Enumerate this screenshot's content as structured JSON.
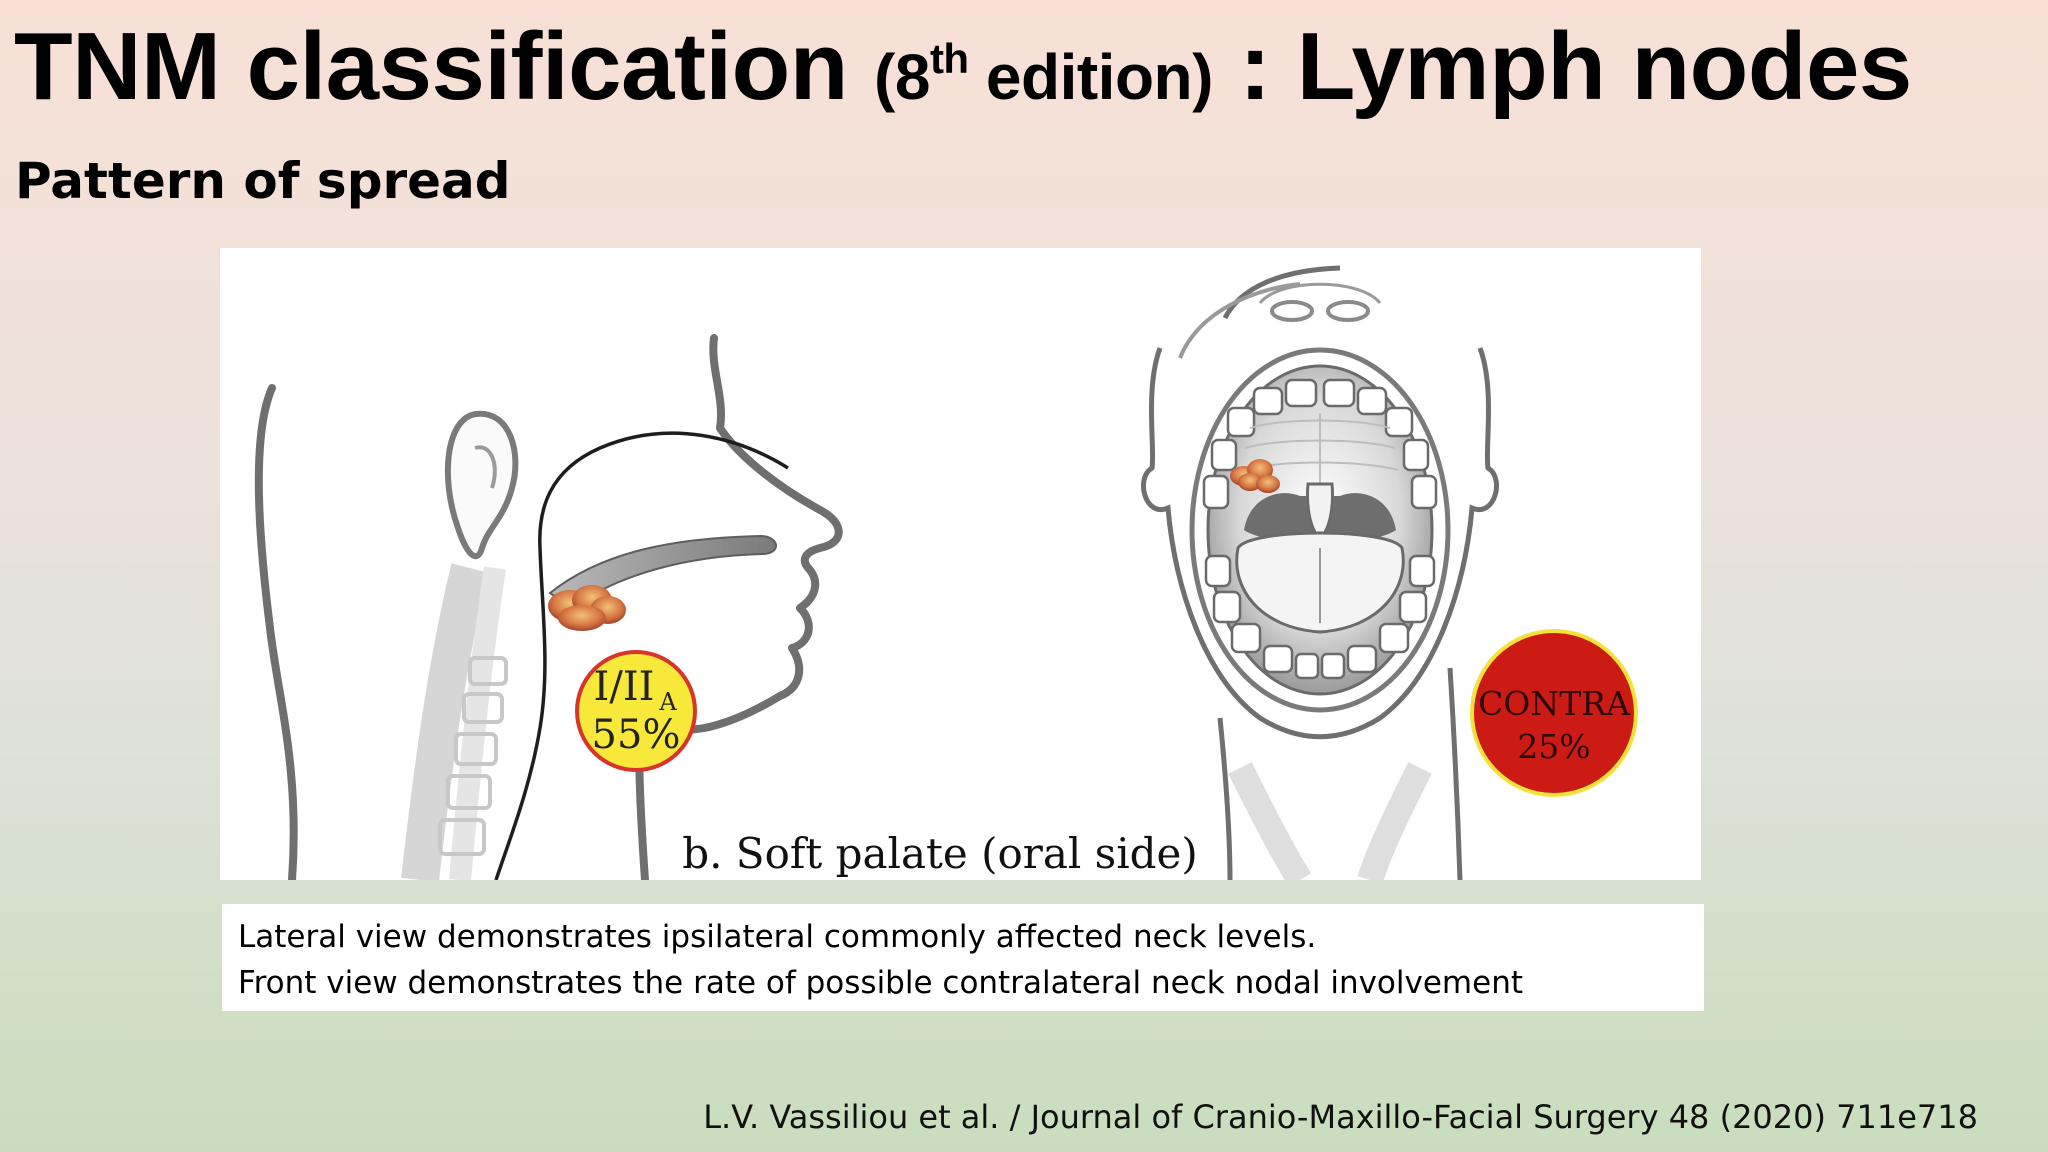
{
  "slide": {
    "title_main": "TNM classification",
    "title_edition_prefix": "(8",
    "title_edition_sup": "th",
    "title_edition_suffix": " edition)",
    "title_rest": " : Lymph nodes",
    "subtitle": "Pattern of spread"
  },
  "figure": {
    "badge_left_line1": "I/II",
    "badge_left_sub": "A",
    "badge_left_line2": "55%",
    "badge_right_line1": "CONTRA",
    "badge_right_line2": "25%",
    "label": "b. Soft palate (oral side)",
    "colors": {
      "badge_left_fill": "#f7e83a",
      "badge_left_ring": "#d9342c",
      "badge_right_fill": "#cc1a14",
      "badge_right_ring": "#f2e23a",
      "tumor": "#c96a3a"
    }
  },
  "caption": {
    "line1": "Lateral view demonstrates ipsilateral commonly affected neck levels.",
    "line2": "Front view demonstrates the rate of possible contralateral neck nodal involvement"
  },
  "citation": "L.V. Vassiliou et al. / Journal of Cranio-Maxillo-Facial Surgery 48 (2020) 711e718"
}
